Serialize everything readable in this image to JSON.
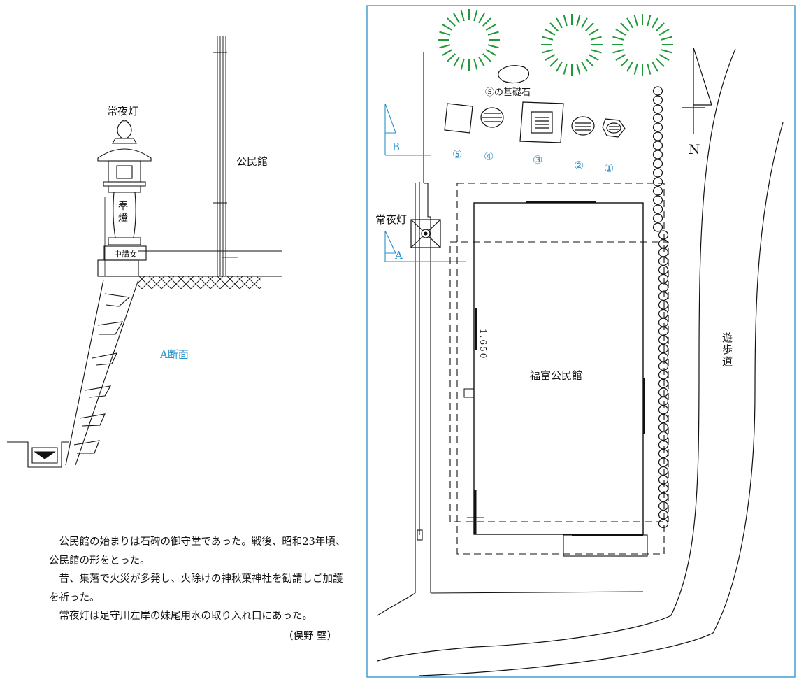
{
  "section": {
    "lantern_title": "常夜灯",
    "hall_label": "公民館",
    "lantern_inscription": "奉\n燈",
    "base_inscription": "中講女",
    "section_label": "A断面"
  },
  "plan": {
    "north": "N",
    "foundation_stone_label": "⑤の基礎石",
    "monument_numbers": [
      "⑤",
      "④",
      "③",
      "②",
      "①"
    ],
    "marker_b": "B",
    "marker_a": "A",
    "lantern_label": "常夜灯",
    "hall_name": "福富公民館",
    "dimension": "1,650",
    "promenade": "遊歩道"
  },
  "notes": [
    "公民館の始まりは石碑の御守堂であった。戦後、昭和23年頃、公民館の形をとった。",
    "昔、集落で火災が多発し、火除けの神秋葉神社を勧請しご加護を祈った。",
    "常夜灯は足守川左岸の妹尾用水の取り入れ口にあった。"
  ],
  "author": "（俣野 堅）",
  "colors": {
    "accent_blue": "#2a8fc9",
    "tree_green": "#1f9a3a",
    "ink": "#111111"
  }
}
